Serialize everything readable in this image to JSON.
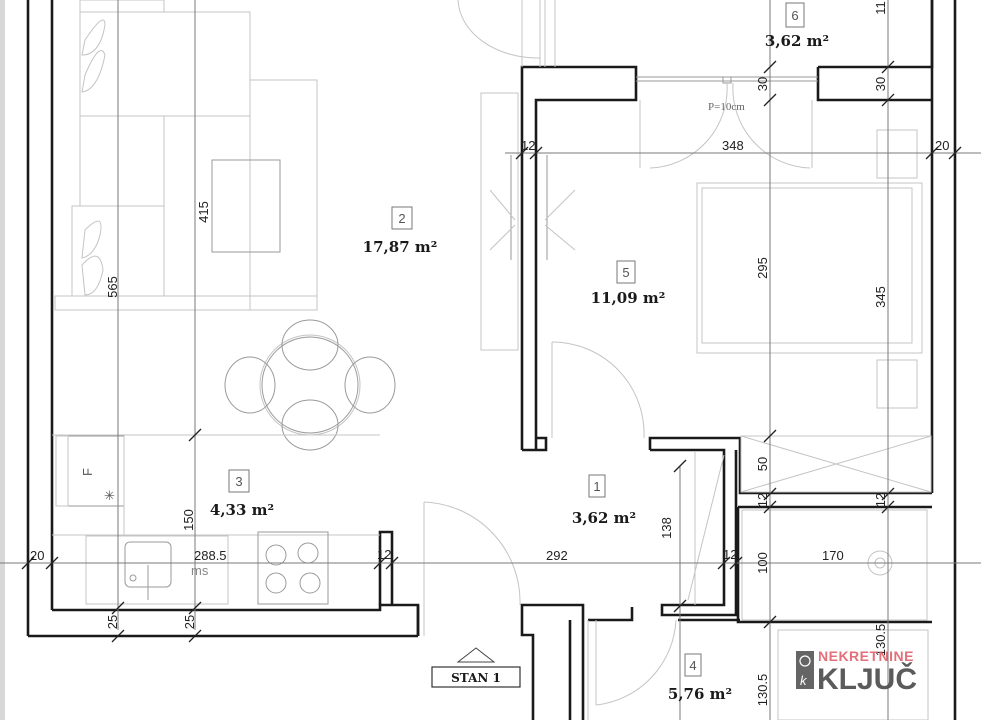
{
  "plan": {
    "unit_label": "STAN 1",
    "rooms": [
      {
        "number": "1",
        "area": "3,62 m²"
      },
      {
        "number": "2",
        "area": "17,87 m²"
      },
      {
        "number": "3",
        "area": "4,33 m²"
      },
      {
        "number": "4",
        "area": "5,76 m²"
      },
      {
        "number": "5",
        "area": "11,09 m²"
      },
      {
        "number": "6",
        "area": "3,62 m²"
      }
    ],
    "dimensions": {
      "living_height": "415",
      "living_total_height": "565",
      "kitchen_height": "150",
      "kitchen_width": "288.5",
      "left_wall": "20",
      "kitchen_bottom_left": "25",
      "kitchen_bottom_right": "25",
      "partition_12_a": "12",
      "hall_width": "292",
      "partition_12_b": "12",
      "hall_height": "138",
      "bedroom_wall_12": "12",
      "bedroom_width": "348",
      "right_wall": "20",
      "top_wall_30_a": "30",
      "top_wall_30_b": "30",
      "top_dim_11": "11",
      "bedroom_height_295": "295",
      "bedroom_height_345": "345",
      "wardrobe_depth": "50",
      "bath_wall_12_a": "12",
      "bath_wall_12_b": "12",
      "bath_height": "100",
      "bath_width": "170",
      "wc_height_a": "130.5",
      "wc_height_b": "130.5"
    },
    "notes": {
      "sill": "P=10cm",
      "kitchen_label": "ms",
      "fridge_label": "F"
    }
  },
  "watermark": {
    "brand_top": "NEKRETNINE",
    "brand_main": "KLJUČ",
    "accent_color": "#e0606a",
    "main_color": "#4a4a4a"
  }
}
